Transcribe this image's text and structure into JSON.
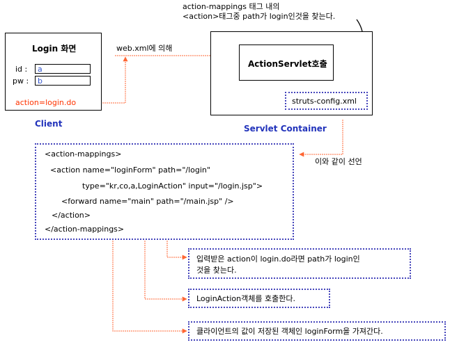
{
  "top_note": {
    "line1": "action-mappings 태그 내의",
    "line2": "<action>태그중 path가 login인것을 찾는다."
  },
  "client": {
    "title": "Login 화면",
    "id_label": "id :",
    "id_value": "a",
    "pw_label": "pw :",
    "pw_value": "b",
    "action": "action=login.do",
    "caption": "Client"
  },
  "arrow_label": "web.xml에 의해",
  "container": {
    "servlet": "ActionServlet호출",
    "config": "struts-config.xml",
    "caption": "Servlet Container"
  },
  "declare_label": "이와 같이 선언",
  "code": {
    "line1": "<action-mappings>",
    "line2": "<action name=\"loginForm\" path=\"/login\"",
    "line3": "type=\"kr,co,a,LoginAction\" input=\"/login.jsp\">",
    "line4": "<forward name=\"main\" path=\"/main.jsp\" />",
    "line5": "</action>",
    "line6": "</action-mappings>"
  },
  "notes": {
    "note1_line1": "입력받은 action이 login.do라면 path가 login인",
    "note1_line2": "것을 찾는다.",
    "note2": "LoginAction객체를 호출한다.",
    "note3": "클라이언트의 값이 저장된 객체인 loginForm을 가져간다."
  },
  "colors": {
    "accent_line": "#ff6633",
    "caption_blue": "#2233bb",
    "dotted_border": "#4444bb"
  }
}
